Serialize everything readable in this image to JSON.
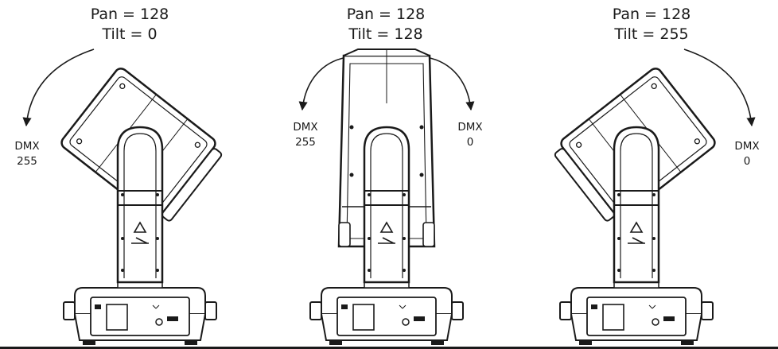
{
  "panels": [
    {
      "pan_label": "Pan = 128",
      "tilt_label": "Tilt = 0",
      "dmx": [
        "DMX",
        "255"
      ]
    },
    {
      "pan_label": "Pan = 128",
      "tilt_label": "Tilt = 128",
      "dmx_left": [
        "DMX",
        "255"
      ],
      "dmx_right": [
        "DMX",
        "0"
      ]
    },
    {
      "pan_label": "Pan = 128",
      "tilt_label": "Tilt = 255",
      "dmx": [
        "DMX",
        "0"
      ]
    }
  ],
  "icons": [
    "moving-head-fixture-icon",
    "rotation-arrow-icon",
    "company-logo-icon"
  ],
  "colors": {
    "line": "#1a1a1a",
    "background": "#ffffff"
  }
}
